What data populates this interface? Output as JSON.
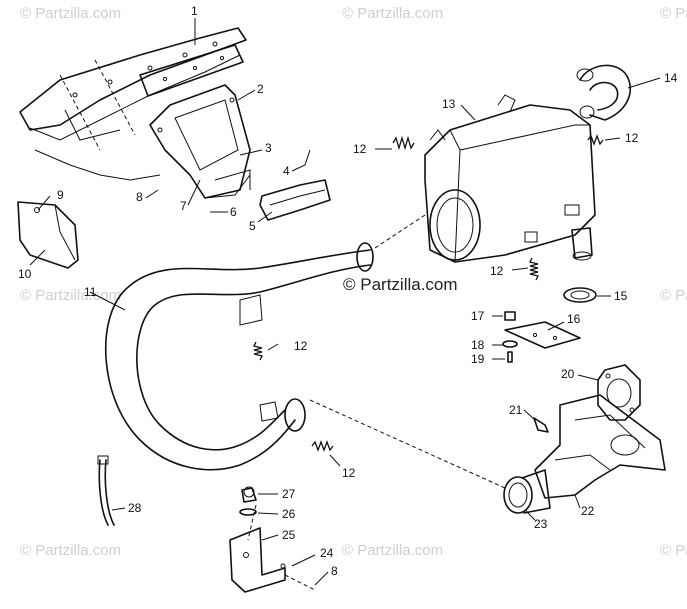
{
  "watermark": {
    "text": "© Partzilla.com",
    "center_text": "© Partzilla.com"
  },
  "callouts": {
    "c1": "1",
    "c2": "2",
    "c3": "3",
    "c4": "4",
    "c5": "5",
    "c6": "6",
    "c7": "7",
    "c8a": "8",
    "c8b": "8",
    "c9": "9",
    "c10": "10",
    "c11": "11",
    "c12a": "12",
    "c12b": "12",
    "c12c": "12",
    "c12d": "12",
    "c12e": "12",
    "c13": "13",
    "c14": "14",
    "c15": "15",
    "c16": "16",
    "c17": "17",
    "c18": "18",
    "c19": "19",
    "c20": "20",
    "c21": "21",
    "c22": "22",
    "c23": "23",
    "c24": "24",
    "c25": "25",
    "c26": "26",
    "c27": "27",
    "c28": "28"
  }
}
